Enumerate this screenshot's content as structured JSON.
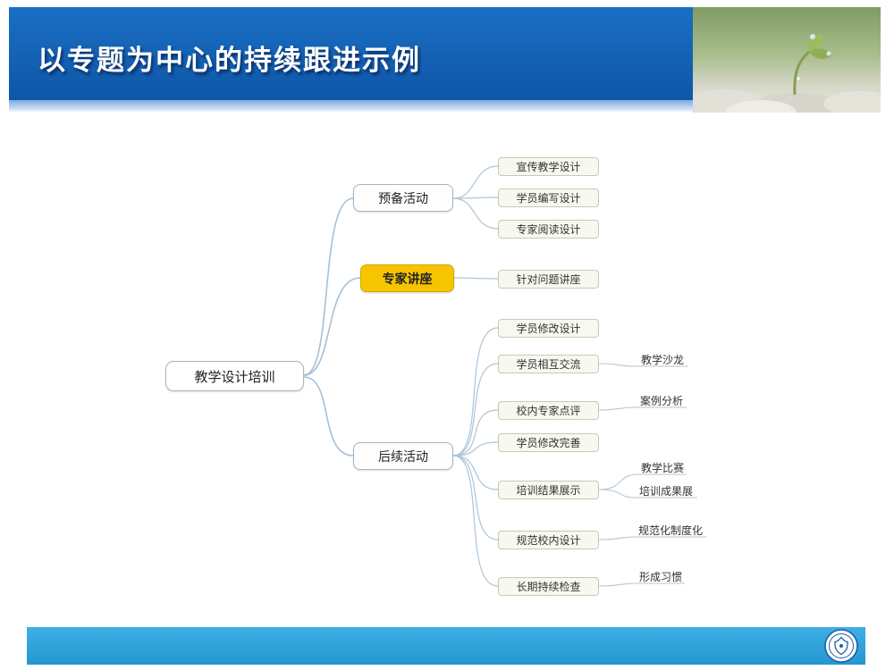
{
  "slide": {
    "title": "以专题为中心的持续跟进示例"
  },
  "mindmap": {
    "root": "教学设计培训",
    "prep": {
      "label": "预备活动",
      "children": [
        "宣传教学设计",
        "学员编写设计",
        "专家阅读设计"
      ]
    },
    "lecture": {
      "label": "专家讲座",
      "children": [
        "针对问题讲座"
      ]
    },
    "followup": {
      "label": "后续活动",
      "children": [
        {
          "label": "学员修改设计",
          "subs": []
        },
        {
          "label": "学员相互交流",
          "subs": [
            "教学沙龙"
          ]
        },
        {
          "label": "校内专家点评",
          "subs": [
            "案例分析"
          ]
        },
        {
          "label": "学员修改完善",
          "subs": []
        },
        {
          "label": "培训结果展示",
          "subs": [
            "教学比赛",
            "培训成果展"
          ]
        },
        {
          "label": "规范校内设计",
          "subs": [
            "规范化制度化"
          ]
        },
        {
          "label": "长期持续检查",
          "subs": [
            "形成习惯"
          ]
        }
      ]
    }
  },
  "icons": {
    "header_photo": "sprout-with-water-drops",
    "footer_logo": "school-seal"
  },
  "colors": {
    "header_blue": "#0f56a8",
    "header_strip": "#7aaade",
    "footer_blue": "#2ea4dd",
    "highlight_yellow": "#f6c500",
    "node_fill": "#f8f8f0",
    "connector": "#a6c0d6"
  }
}
